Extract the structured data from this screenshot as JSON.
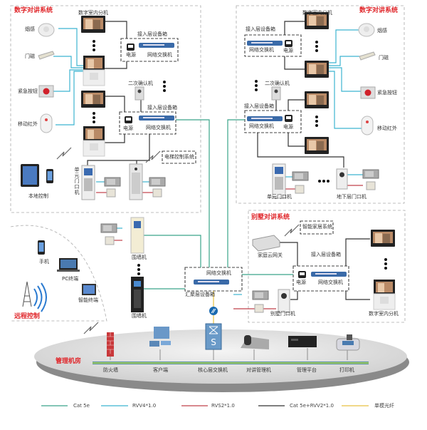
{
  "left_system": {
    "title": "数字对讲系统",
    "indoor_unit": "数字室内分机",
    "smoke": "烟感",
    "door_sensor": "门磁",
    "emergency_button": "紧急按钮",
    "pir": "移动红外",
    "access_box_1": "接入层设备箱",
    "access_box_2": "接入层设备箱",
    "power_1": "电源",
    "power_2": "电源",
    "switch_1": "网络交换机",
    "switch_2": "网络交换机",
    "confirm_unit": "二次确认机",
    "elevator": "电梯控制系统",
    "unit_door": "单元门口机",
    "local_control": "本地控制"
  },
  "right_system": {
    "title": "数字对讲系统",
    "indoor_unit": "数字室内分机",
    "smoke": "烟感",
    "door_sensor": "门磁",
    "emergency_button": "紧急按钮",
    "pir": "移动红外",
    "access_box_1": "接入层设备箱",
    "access_box_2": "接入层设备箱",
    "power_1": "电源",
    "power_2": "电源",
    "switch_1": "网络交换机",
    "switch_2": "网络交换机",
    "confirm_unit": "二次确认机",
    "unit_door": "单元门口机",
    "basement_door": "地下层门口机"
  },
  "villa_system": {
    "title": "别墅对讲系统",
    "smart_home": "智能家居系统",
    "gateway": "家庭云网关",
    "access_box": "接入层设备箱",
    "power": "电源",
    "switch": "网络交换机",
    "villa_door": "别墅门口机",
    "indoor_unit": "数字室内分机"
  },
  "central": {
    "wall_unit_1": "围墙机",
    "wall_unit_2": "围墙机",
    "switch": "网络交换机",
    "aggregation_box": "汇聚层设备箱"
  },
  "remote": {
    "title": "远程控制",
    "phone": "手机",
    "pc": "PC终端",
    "smart_terminal": "智能终端"
  },
  "control_room": {
    "title": "管理机房",
    "items": [
      "防火墙",
      "客户端",
      "核心层交换机",
      "对讲管理机",
      "管理平台",
      "打印机"
    ]
  },
  "legend": [
    {
      "label": "Cat 5e",
      "color": "#3aa58a"
    },
    {
      "label": "RVV4*1.0",
      "color": "#3cb4d0"
    },
    {
      "label": "RVS2*1.0",
      "color": "#c0404a"
    },
    {
      "label": "Cat 5e+RVV2*1.0",
      "color": "#333333"
    },
    {
      "label": "单模光纤",
      "color": "#e8c040"
    }
  ]
}
